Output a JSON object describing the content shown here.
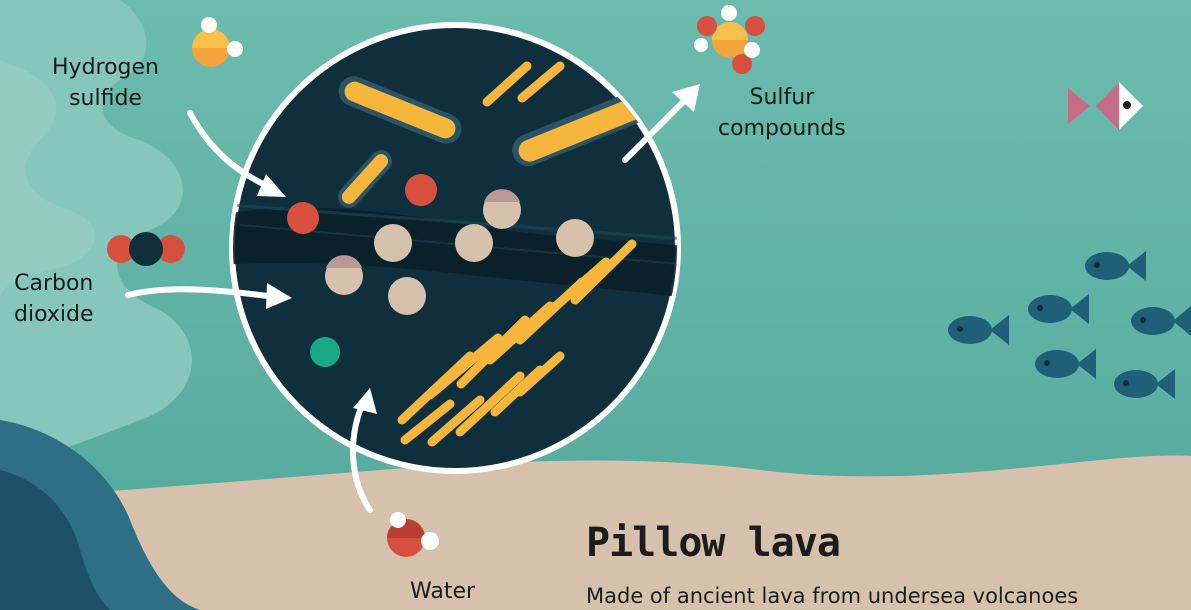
{
  "labels": {
    "hydrogen_sulfide_line1": "Hydrogen",
    "hydrogen_sulfide_line2": "sulfide",
    "carbon_dioxide_line1": "Carbon",
    "carbon_dioxide_line2": "dioxide",
    "sulfur_compounds_line1": "Sulfur",
    "sulfur_compounds_line2": "compounds",
    "water": "Water"
  },
  "section": {
    "title": "Pillow lava",
    "caption": "Made of ancient lava from undersea volcanoes"
  },
  "icons": [
    "hydrogen-sulfide-molecule",
    "carbon-dioxide-molecule",
    "sulfur-compounds-molecule",
    "water-molecule",
    "fish"
  ],
  "colors": {
    "ocean": "#5fb3a6",
    "microbe_circle": "#0f2f3c",
    "bacteria": "#f6b63c",
    "seafloor": "#d6c2ac",
    "fish": "#1f5f78"
  }
}
